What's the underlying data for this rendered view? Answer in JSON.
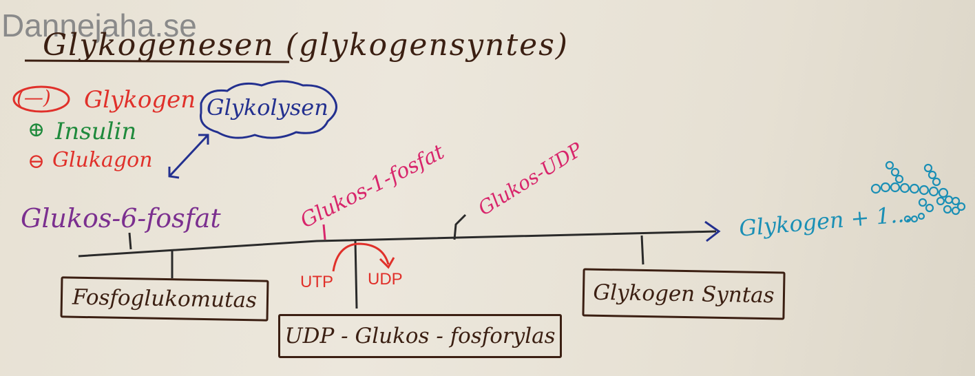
{
  "watermark": "Dannejaha.se",
  "title": "Glykogenesen (glykogensyntes)",
  "regulation": {
    "glykogen": {
      "sign": "(—)",
      "label": "Glykogen"
    },
    "insulin": {
      "sign": "⊕",
      "label": "Insulin"
    },
    "glukagon": {
      "sign": "⊖",
      "label": "Glukagon"
    }
  },
  "glykolysen": "Glykolysen",
  "substrates": {
    "g6p": "Glukos-6-fosfat",
    "g1p": "Glukos-1-fosfat",
    "udpg": "Glukos-UDP",
    "product": "Glykogen + 1..."
  },
  "cofactors": {
    "utp": "UTP",
    "udp": "UDP"
  },
  "enzymes": {
    "fosfoglukomutas": "Fosfoglukomutas",
    "udp_glukos_fosforylas": "UDP - Glukos - fosforylas",
    "glykogen_syntas": "Glykogen Syntas"
  },
  "colors": {
    "ink_brown": "#3b1f12",
    "ink_red": "#e0302a",
    "ink_green": "#1f8a3c",
    "ink_blue": "#23308f",
    "ink_magenta": "#d8256b",
    "ink_teal": "#1a8fb5",
    "ink_purple": "#7b2f8f"
  }
}
